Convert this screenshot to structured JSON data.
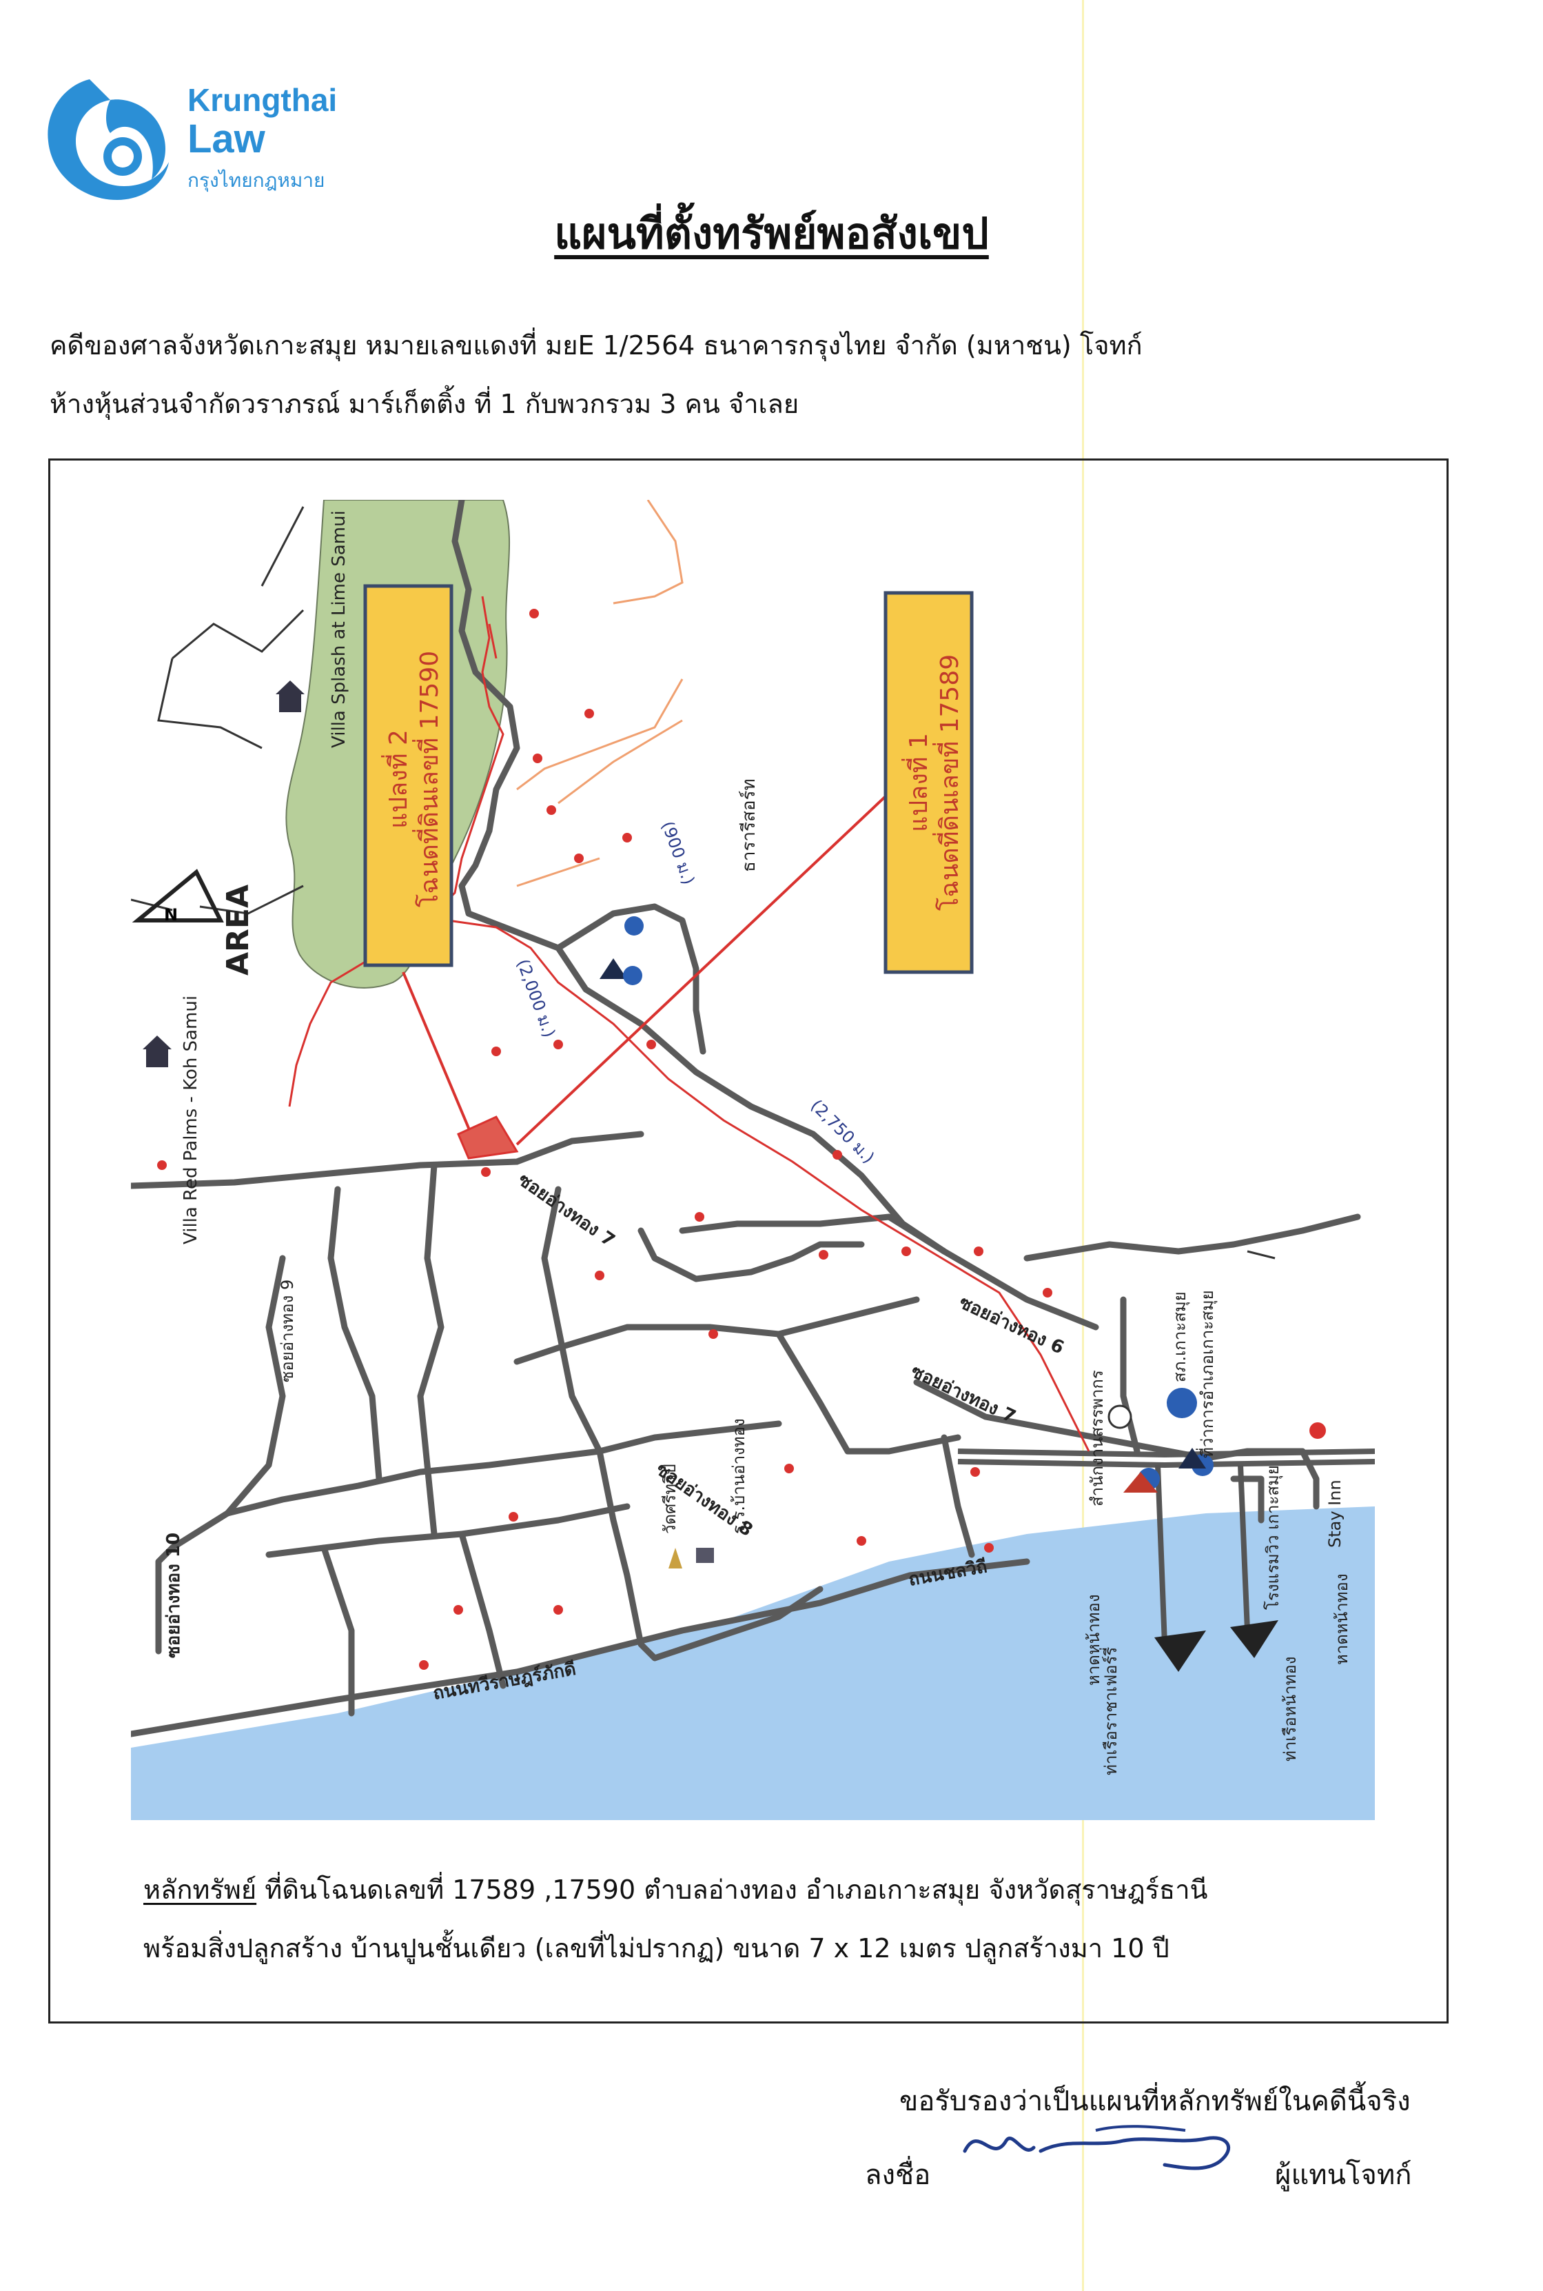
{
  "logo": {
    "name_line1": "Krungthai",
    "name_line2": "Law",
    "name_thai": "กรุงไทยกฎหมาย",
    "brand_color": "#2b8fd6"
  },
  "title": "แผนที่ตั้งทรัพย์พอสังเขป",
  "case": {
    "line1": "คดีของศาลจังหวัดเกาะสมุย  หมายเลขแดงที่ มยE 1/2564  ธนาคารกรุงไทย จำกัด (มหาชน) โจทก์",
    "line2": "ห้างหุ้นส่วนจำกัดวราภรณ์ มาร์เก็ตติ้ง ที่ 1 กับพวกรวม 3 คน จำเลย"
  },
  "map": {
    "plot1_line1": "แปลงที่ 1",
    "plot1_line2": "โฉนดที่ดินเลขที่ 17589",
    "plot2_line1": "แปลงที่ 2",
    "plot2_line2": "โฉนดที่ดินเลขที่ 17590",
    "compass_label": "AREA",
    "north_label": "N",
    "villa_splash": "Villa Splash at Lime Samui",
    "villa_red_palms": "Villa Red Palms - Koh Samui",
    "dist_2000": "(2,000 ม.)",
    "dist_900": "(900 ม.)",
    "dist_2750": "(2,750 ม.)",
    "resort": "ธารารีสอร์ท",
    "soi7_top": "ซอยอ่างทอง 7",
    "soi6": "ซอยอ่างทอง 6",
    "soi7_mid": "ซอยอ่างทอง 7",
    "soi8": "ซอยอ่างทอง 8",
    "soi9": "ซอยอ่างทอง 9",
    "soi10": "ซอยอ่างทอง 10",
    "road_thawi": "ถนนทวีราษฎร์ภักดี",
    "road_chonwithi": "ถนนชลวิถี",
    "school": "ร.ร.บ้านอ่างทอง",
    "temple": "วัดศรีทวีป",
    "revenue": "สำนักงานสรรพากร",
    "police": "สภ.เกาะสมุย",
    "district": "ที่ว่าการอำเภอเกาะสมุย",
    "stay_inn": "Stay Inn",
    "hotel": "โรงแรมวิว เกาะสมุย",
    "beach1": "หาดหน้าทอง",
    "beach2": "หาดหน้าทอง",
    "pier1": "ท่าเรือราชาเฟอร์รี่",
    "pier2": "ท่าเรือหน้าทอง",
    "route_color": "#d9322f",
    "plot_box_color": "#f7c948",
    "sea_color": "#a7cdf0",
    "lake_color": "#b7cf9a",
    "road_color": "#5a5a5a"
  },
  "asset": {
    "label": "หลักทรัพย์",
    "line1": "  ที่ดินโฉนดเลขที่ 17589 ,17590  ตำบลอ่างทอง  อำเภอเกาะสมุย  จังหวัดสุราษฎร์ธานี",
    "line2": "พร้อมสิ่งปลูกสร้าง บ้านปูนชั้นเดียว (เลขที่ไม่ปรากฏ)  ขนาด 7 x 12 เมตร ปลูกสร้างมา  10  ปี"
  },
  "certify": "ขอรับรองว่าเป็นแผนที่หลักทรัพย์ในคดีนี้จริง",
  "sign_label": "ลงชื่อ",
  "representative": "ผู้แทนโจทก์"
}
